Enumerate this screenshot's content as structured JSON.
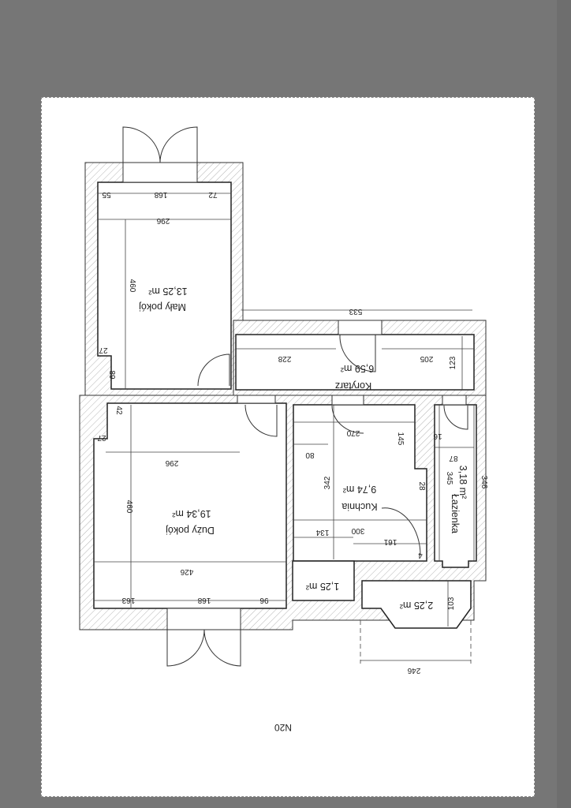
{
  "viewer": {
    "background_color": "#767676",
    "page_color": "#ffffff"
  },
  "plan": {
    "orientation": "rotated 180°",
    "page_label": "N20",
    "rooms": [
      {
        "id": "maly-pokoj",
        "name": "Mały pokój",
        "area": "13,25 m²"
      },
      {
        "id": "duzy-pokoj",
        "name": "Duży pokój",
        "area": "19,34 m²"
      },
      {
        "id": "korytarz",
        "name": "Korytarz",
        "area": "6,59 m²"
      },
      {
        "id": "kuchnia",
        "name": "Kuchnia",
        "area": "9,74 m²"
      },
      {
        "id": "lazienka",
        "name": "Łazienka",
        "area": "3,18 m²"
      },
      {
        "id": "schowek",
        "name": "",
        "area": "1,25 m²"
      },
      {
        "id": "balkon",
        "name": "",
        "area": "2,25 m²"
      }
    ],
    "dimensions": {
      "maly_55": "55",
      "maly_168": "168",
      "maly_72": "72",
      "maly_296": "296",
      "maly_460": "460",
      "maly_27": "27",
      "maly_89": "89",
      "kor_533": "533",
      "kor_228": "228",
      "kor_205": "205",
      "kor_123": "123",
      "duzy_42": "42",
      "duzy_27": "27",
      "duzy_296": "296",
      "duzy_460": "460",
      "duzy_426": "426",
      "duzy_163": "163",
      "duzy_168": "168",
      "duzy_96": "96",
      "kuch_270": "270",
      "kuch_80": "80",
      "kuch_145": "145",
      "kuch_342": "342",
      "kuch_28": "28",
      "kuch_300": "300",
      "kuch_134": "134",
      "kuch_161": "161",
      "kuch_4": "4",
      "laz_16": "16",
      "laz_87": "87",
      "laz_345": "345",
      "laz_346": "346",
      "balk_103": "103",
      "balk_246": "246"
    }
  }
}
